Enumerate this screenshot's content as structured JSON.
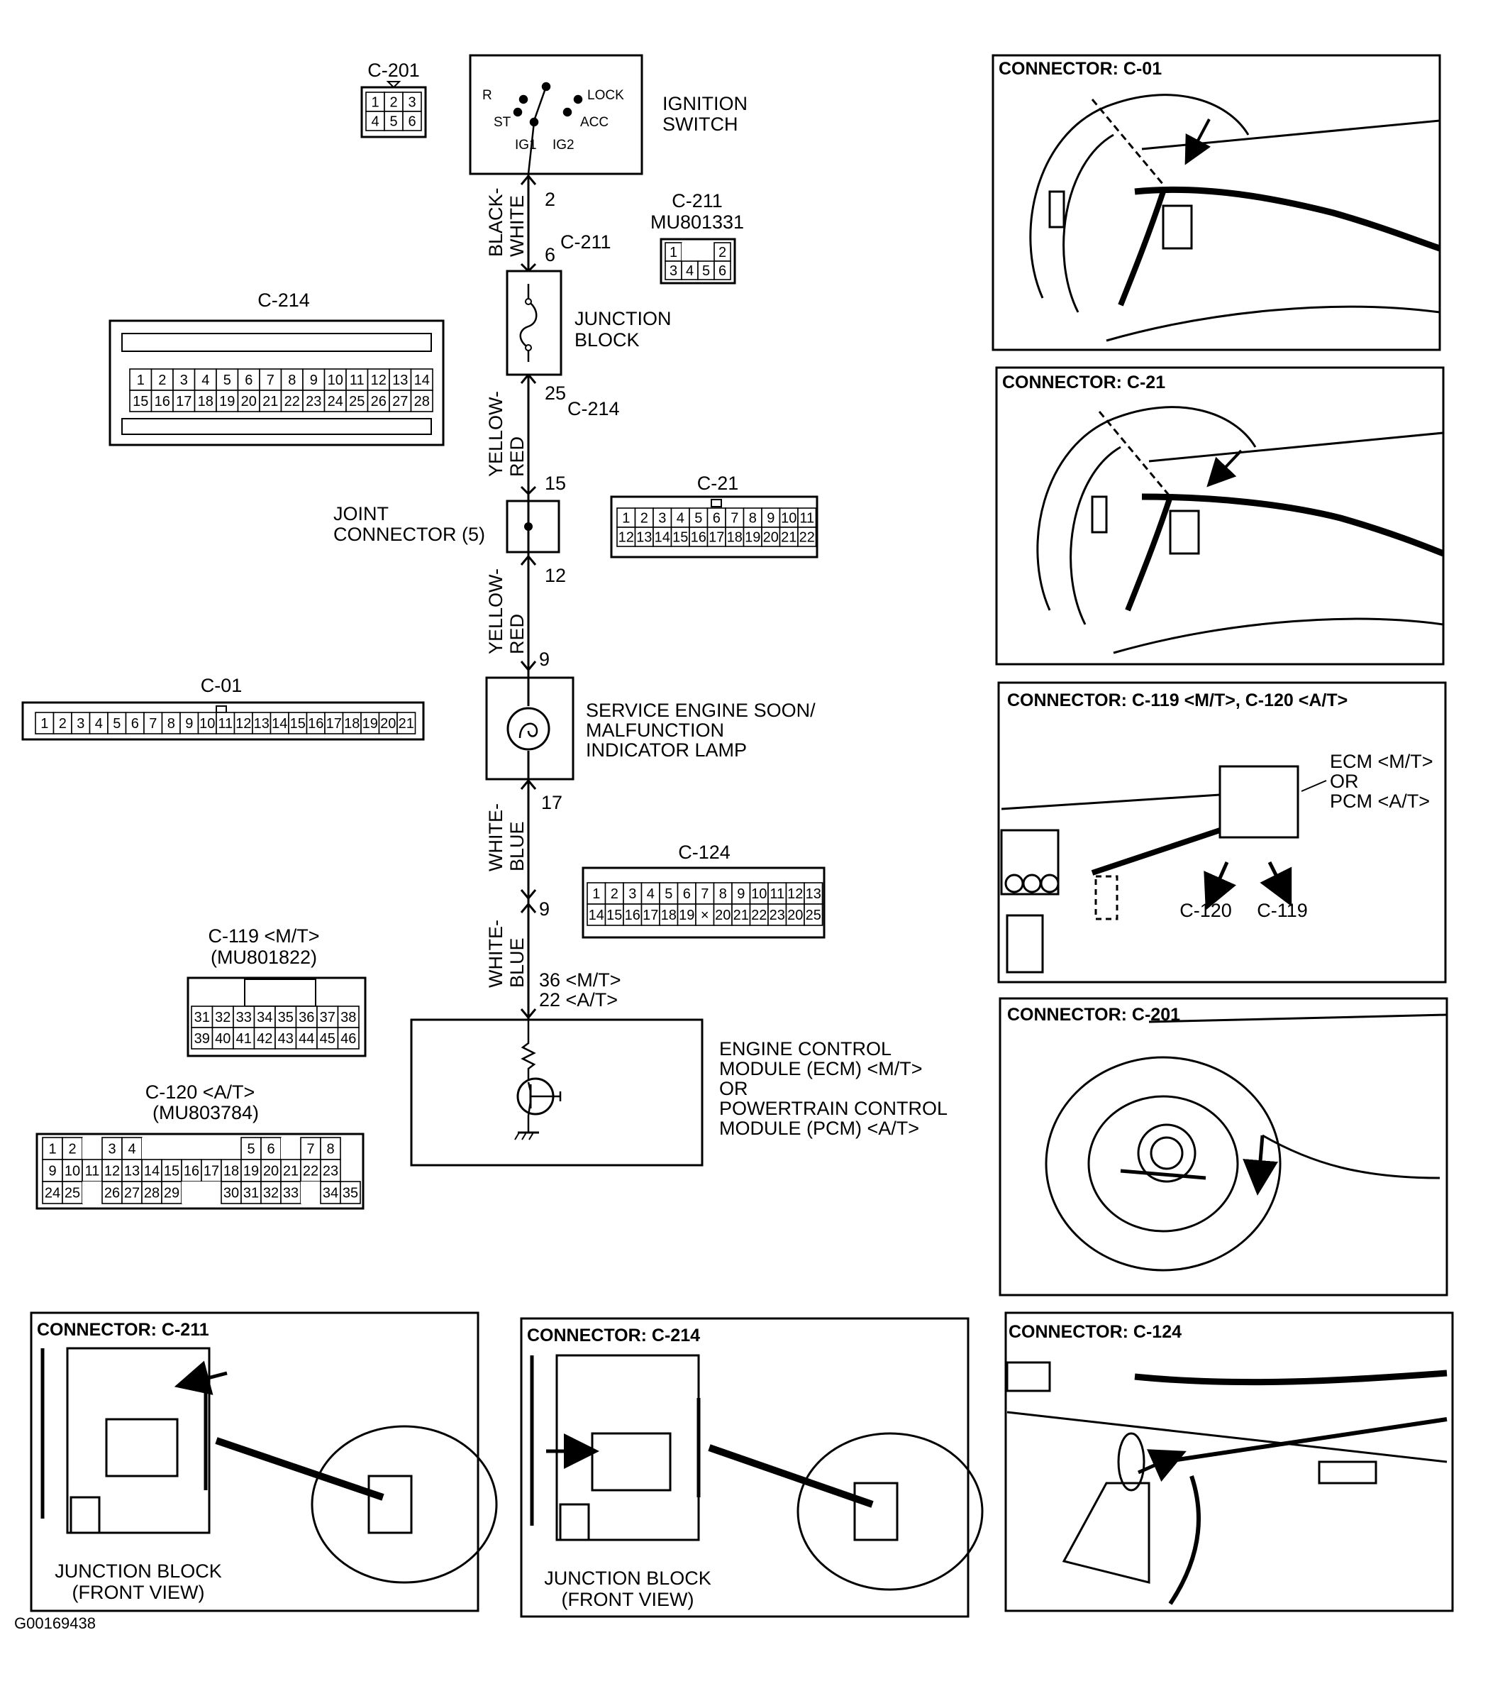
{
  "ignition_switch": {
    "label_lines": [
      "IGNITION",
      "SWITCH"
    ],
    "positions": [
      "R",
      "LOCK",
      "ST",
      "ACC",
      "IG1",
      "IG2"
    ]
  },
  "junction_block": {
    "label_lines": [
      "JUNCTION",
      "BLOCK"
    ]
  },
  "joint_connector": {
    "label_lines": [
      "JOINT",
      "CONNECTOR (5)"
    ]
  },
  "mil": {
    "label_lines": [
      "SERVICE ENGINE SOON/",
      "MALFUNCTION",
      "INDICATOR LAMP"
    ]
  },
  "ecm": {
    "label_lines": [
      "ENGINE CONTROL",
      "MODULE (ECM) <M/T>",
      "OR",
      "POWERTRAIN CONTROL",
      "MODULE (PCM) <A/T>"
    ]
  },
  "wires": {
    "w1": [
      "BLACK-",
      "WHITE"
    ],
    "w2": [
      "YELLOW-",
      "RED"
    ],
    "w3": [
      "YELLOW-",
      "RED"
    ],
    "w4": [
      "WHITE-",
      "BLUE"
    ],
    "w5": [
      "WHITE-",
      "BLUE"
    ]
  },
  "pins": {
    "ign_out": "2",
    "jb_in": "6",
    "jb_in_conn": "C-211",
    "jb_out": "25",
    "jb_out_conn": "C-214",
    "jc_in": "15",
    "jc_out": "12",
    "mil_in": "9",
    "mil_out": "17",
    "c124_pin": "9",
    "ecm_pin_mt": "36 <M/T>",
    "ecm_pin_at": "22 <A/T>"
  },
  "connectors": {
    "c201": {
      "title": "C-201",
      "rows": [
        [
          "1",
          "2",
          "3"
        ],
        [
          "4",
          "5",
          "6"
        ]
      ]
    },
    "c211": {
      "title": "C-211",
      "part": "MU801331",
      "rows": [
        [
          "1",
          "",
          "",
          "2"
        ],
        [
          "3",
          "4",
          "5",
          "6"
        ]
      ]
    },
    "c214": {
      "title": "C-214",
      "rows": [
        [
          "1",
          "2",
          "3",
          "4",
          "5",
          "6",
          "7",
          "8",
          "9",
          "10",
          "11",
          "12",
          "13",
          "14"
        ],
        [
          "15",
          "16",
          "17",
          "18",
          "19",
          "20",
          "21",
          "22",
          "23",
          "24",
          "25",
          "26",
          "27",
          "28"
        ]
      ]
    },
    "c21": {
      "title": "C-21",
      "rows": [
        [
          "1",
          "2",
          "3",
          "4",
          "5",
          "6",
          "7",
          "8",
          "9",
          "10",
          "11"
        ],
        [
          "12",
          "13",
          "14",
          "15",
          "16",
          "17",
          "18",
          "19",
          "20",
          "21",
          "22"
        ]
      ]
    },
    "c01": {
      "title": "C-01",
      "rows": [
        [
          "1",
          "2",
          "3",
          "4",
          "5",
          "6",
          "7",
          "8",
          "9",
          "10",
          "11",
          "12",
          "13",
          "14",
          "15",
          "16",
          "17",
          "18",
          "19",
          "20",
          "21"
        ]
      ]
    },
    "c124": {
      "title": "C-124",
      "rows": [
        [
          "1",
          "2",
          "3",
          "4",
          "5",
          "6",
          "7",
          "8",
          "9",
          "10",
          "11",
          "12",
          "13"
        ],
        [
          "14",
          "15",
          "16",
          "17",
          "18",
          "19",
          "×",
          "20",
          "21",
          "22",
          "23",
          "20",
          "25"
        ]
      ]
    },
    "c119": {
      "title": "C-119 <M/T>",
      "part": "(MU801822)",
      "rows": [
        [
          "31",
          "32",
          "33",
          "34",
          "35",
          "36",
          "37",
          "38"
        ],
        [
          "39",
          "40",
          "41",
          "42",
          "43",
          "44",
          "45",
          "46"
        ]
      ]
    },
    "c120": {
      "title": "C-120 <A/T>",
      "part": "(MU803784)",
      "rows": [
        [
          "1",
          "2",
          "",
          "3",
          "4",
          "",
          "",
          "",
          "",
          "",
          "5",
          "6",
          "",
          "7",
          "8"
        ],
        [
          "9",
          "10",
          "11",
          "12",
          "13",
          "14",
          "15",
          "16",
          "17",
          "18",
          "19",
          "20",
          "21",
          "22",
          "23"
        ],
        [
          "24",
          "25",
          "",
          "26",
          "27",
          "28",
          "29",
          "",
          "",
          "30",
          "31",
          "32",
          "33",
          "",
          "34",
          "35"
        ]
      ]
    }
  },
  "locators": [
    {
      "title": "CONNECTOR: C-01"
    },
    {
      "title": "CONNECTOR: C-21"
    },
    {
      "title": "CONNECTOR: C-119 <M/T>, C-120 <A/T>",
      "callout": [
        "ECM <M/T>",
        "OR",
        "PCM <A/T>"
      ],
      "arrows": [
        "C-120",
        "C-119"
      ]
    },
    {
      "title": "CONNECTOR: C-201"
    },
    {
      "title": "CONNECTOR: C-211",
      "caption": [
        "JUNCTION BLOCK",
        "(FRONT VIEW)"
      ]
    },
    {
      "title": "CONNECTOR: C-214",
      "caption": [
        "JUNCTION BLOCK",
        "(FRONT VIEW)"
      ]
    },
    {
      "title": "CONNECTOR: C-124"
    }
  ],
  "figure_id": "G00169438"
}
